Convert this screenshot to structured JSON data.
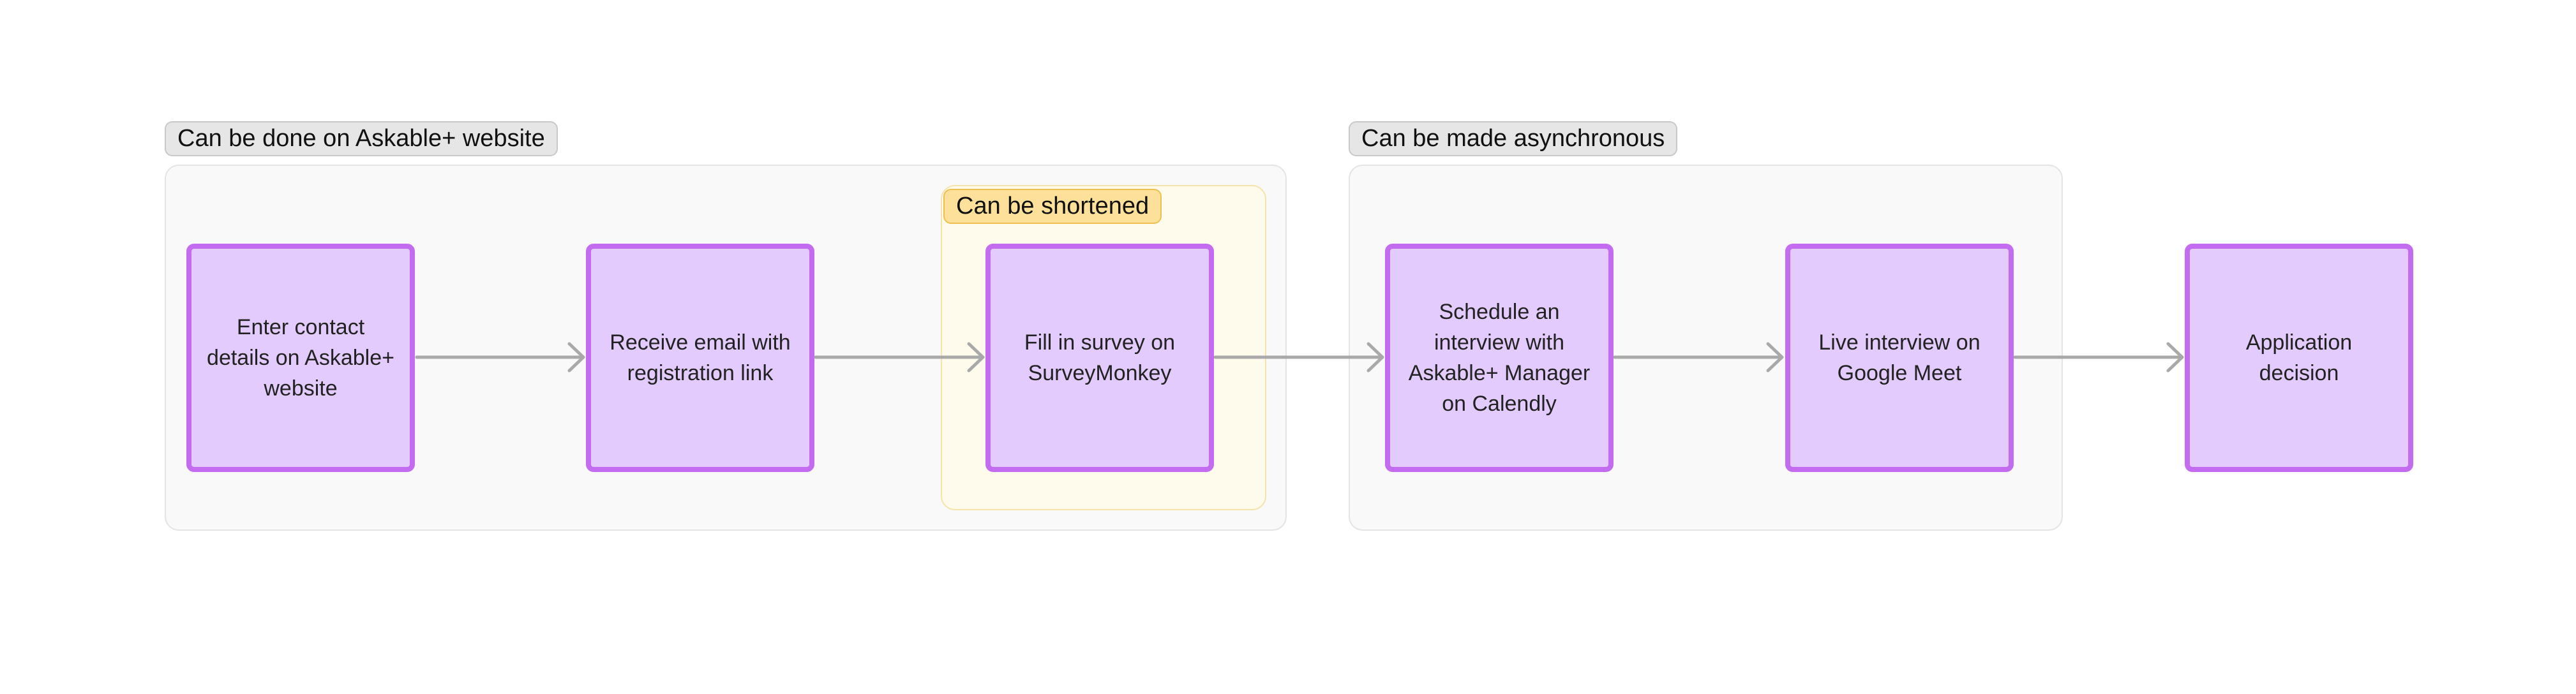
{
  "groups": {
    "website": {
      "label": "Can be done on Askable+ website"
    },
    "async": {
      "label": "Can be made asynchronous"
    },
    "shorten": {
      "label": "Can be shortened"
    }
  },
  "steps": [
    {
      "id": "enter-contact",
      "label": "Enter contact details on Askable+ website"
    },
    {
      "id": "receive-email",
      "label": "Receive email with registration link"
    },
    {
      "id": "fill-survey",
      "label": "Fill in survey on SurveyMonkey"
    },
    {
      "id": "schedule-interview",
      "label": "Schedule an interview with Askable+ Manager on Calendly"
    },
    {
      "id": "live-interview",
      "label": "Live interview on Google Meet"
    },
    {
      "id": "application-decision",
      "label": "Application decision"
    }
  ],
  "connections": [
    {
      "from": "enter-contact",
      "to": "receive-email"
    },
    {
      "from": "receive-email",
      "to": "fill-survey"
    },
    {
      "from": "fill-survey",
      "to": "schedule-interview"
    },
    {
      "from": "schedule-interview",
      "to": "live-interview"
    },
    {
      "from": "live-interview",
      "to": "application-decision"
    }
  ],
  "colors": {
    "step_fill": "#e3cbfd",
    "step_border": "#c46cf0",
    "connector": "#a9a9a9",
    "group_fill": "#f9f9f9",
    "shorten_fill": "#fffbec",
    "shorten_tag": "#fde09a"
  }
}
